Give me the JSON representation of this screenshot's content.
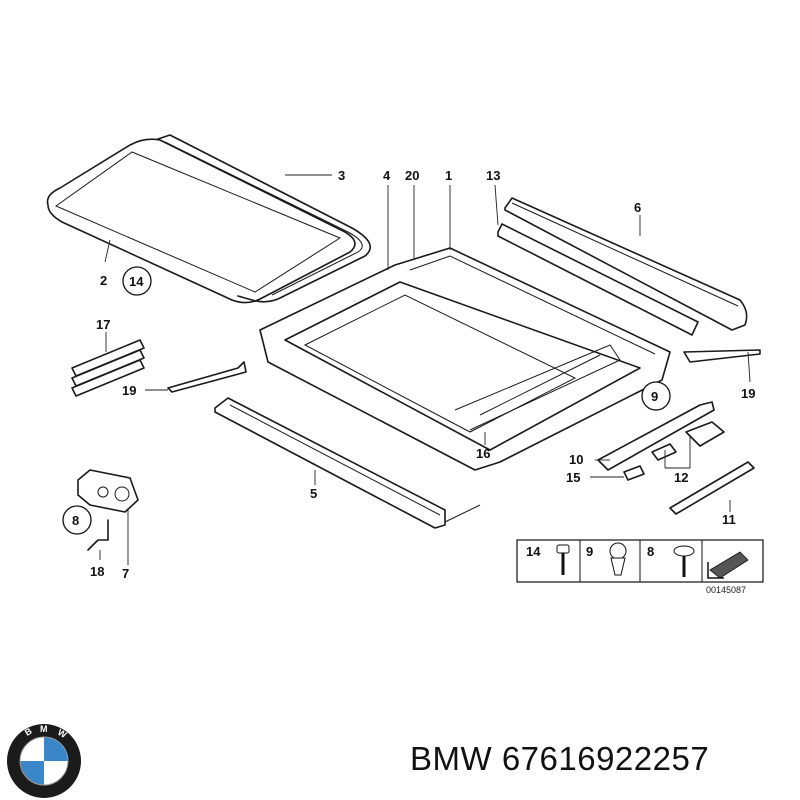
{
  "diagram": {
    "callouts": [
      {
        "id": "c3",
        "text": "3"
      },
      {
        "id": "c4",
        "text": "4"
      },
      {
        "id": "c20",
        "text": "20"
      },
      {
        "id": "c1",
        "text": "1"
      },
      {
        "id": "c13",
        "text": "13"
      },
      {
        "id": "c6",
        "text": "6"
      },
      {
        "id": "c2",
        "text": "2"
      },
      {
        "id": "c14",
        "text": "14"
      },
      {
        "id": "c17",
        "text": "17"
      },
      {
        "id": "c19a",
        "text": "19"
      },
      {
        "id": "c19b",
        "text": "19"
      },
      {
        "id": "c9",
        "text": "9"
      },
      {
        "id": "c16",
        "text": "16"
      },
      {
        "id": "c10",
        "text": "10"
      },
      {
        "id": "c15",
        "text": "15"
      },
      {
        "id": "c12",
        "text": "12"
      },
      {
        "id": "c5",
        "text": "5"
      },
      {
        "id": "c11",
        "text": "11"
      },
      {
        "id": "c8",
        "text": "8"
      },
      {
        "id": "c18",
        "text": "18"
      },
      {
        "id": "c7",
        "text": "7"
      }
    ],
    "legend": {
      "items": [
        {
          "label": "14",
          "icon": "screw-icon"
        },
        {
          "label": "9",
          "icon": "rivet-icon"
        },
        {
          "label": "8",
          "icon": "bolt-icon"
        }
      ],
      "reference": "00145087"
    }
  },
  "caption": "BMW 67616922257",
  "logo": {
    "letters": "BMW",
    "icon": "bmw-roundel-icon"
  }
}
